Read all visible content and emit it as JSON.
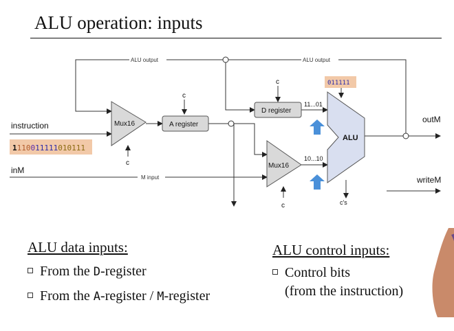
{
  "title": "ALU operation: inputs",
  "diagram": {
    "alu_output_label": "ALU output",
    "alu_output_label2": "ALU output",
    "instruction_label": "instruction",
    "instruction_bits": [
      "1",
      "11",
      "0",
      "0",
      "11111",
      "010",
      "111"
    ],
    "inm_label": "inM",
    "m_input_label": "M input",
    "mux1_label": "Mux16",
    "mux2_label": "Mux16",
    "a_register_label": "A register",
    "d_register_label": "D register",
    "alu_label": "ALU",
    "control_value": "011111",
    "bits_d": "11...01",
    "bits_am": "10...10",
    "c_label": "c",
    "cs_label": "c's",
    "outm_label": "outM",
    "writem_label": "writeM",
    "colors": {
      "orange_bg": "#f2c9a8",
      "blue_arrow": "#4a90d9",
      "alu_fill": "#d9dff0",
      "reg_fill": "#d9d9d9"
    }
  },
  "data_inputs": {
    "heading": "ALU data inputs:",
    "items": [
      {
        "prefix": "From the ",
        "code": "D",
        "suffix": "-register"
      },
      {
        "prefix": "From the ",
        "code": "A",
        "middle": "-register / ",
        "code2": "M",
        "suffix": "-register"
      }
    ]
  },
  "control_inputs": {
    "heading": "ALU control inputs:",
    "items": [
      "Control bits",
      "(from the instruction)"
    ]
  }
}
